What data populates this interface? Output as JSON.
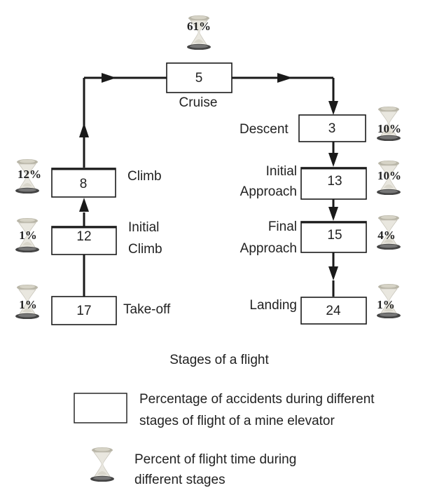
{
  "stages": [
    {
      "id": "cruise",
      "label": "Cruise",
      "accident": "5",
      "time": "61%"
    },
    {
      "id": "descent",
      "label": "Descent",
      "accident": "3",
      "time": "10%"
    },
    {
      "id": "initial-approach",
      "label_lines": [
        "Initial",
        "Approach"
      ],
      "accident": "13",
      "time": "10%"
    },
    {
      "id": "final-approach",
      "label_lines": [
        "Final",
        "Approach"
      ],
      "accident": "15",
      "time": "4%"
    },
    {
      "id": "landing",
      "label": "Landing",
      "accident": "24",
      "time": "1%"
    },
    {
      "id": "climb",
      "label": "Climb",
      "accident": "8",
      "time": "12%"
    },
    {
      "id": "initial-climb",
      "label_lines": [
        "Initial",
        "Climb"
      ],
      "accident": "12",
      "time": "1%"
    },
    {
      "id": "takeoff",
      "label": "Take-off",
      "accident": "17",
      "time": "1%"
    }
  ],
  "diagram_title": "Stages of a flight",
  "legend": {
    "box_lines": [
      "Percentage of accidents during different",
      "stages of flight of a mine elevator"
    ],
    "hourglass_lines": [
      "Percent of flight time during",
      "different stages"
    ]
  },
  "icons": {
    "time_marker": "hourglass-icon"
  }
}
